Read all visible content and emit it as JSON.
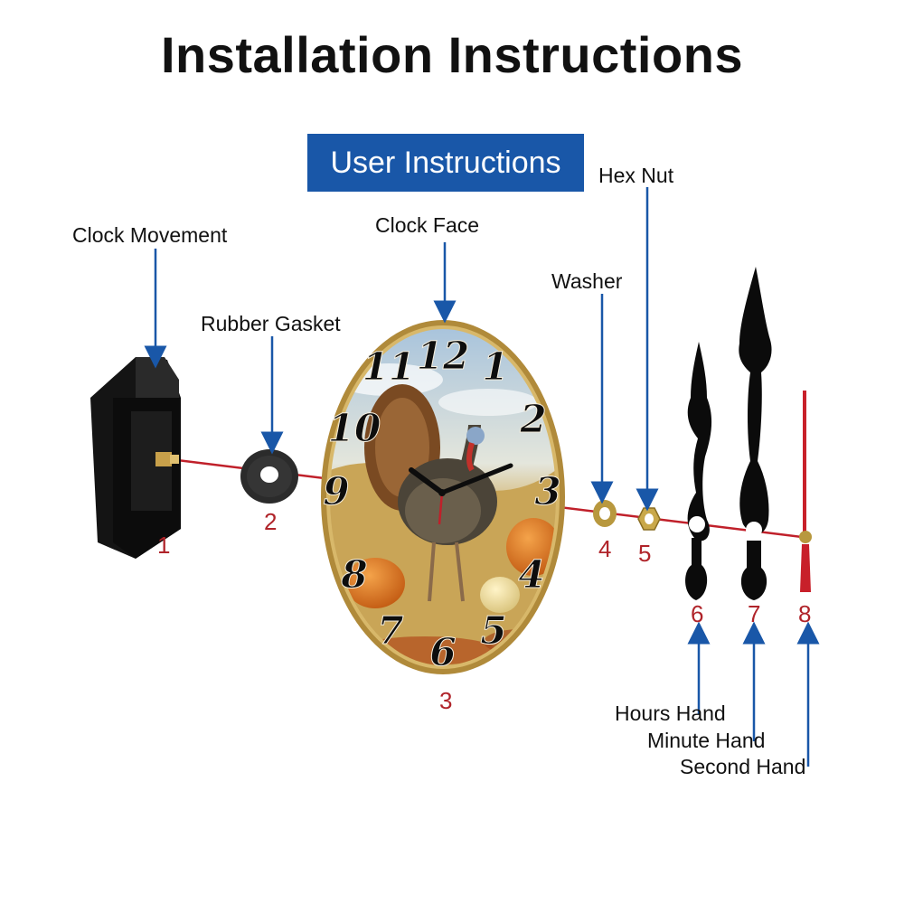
{
  "title": "Installation Instructions",
  "badge": "User Instructions",
  "parts": {
    "clock_movement": {
      "label": "Clock Movement",
      "number": "1"
    },
    "rubber_gasket": {
      "label": "Rubber Gasket",
      "number": "2"
    },
    "clock_face": {
      "label": "Clock Face",
      "number": "3"
    },
    "washer": {
      "label": "Washer",
      "number": "4"
    },
    "hex_nut": {
      "label": "Hex Nut",
      "number": "5"
    },
    "hours_hand": {
      "label": "Hours Hand",
      "number": "6"
    },
    "minute_hand": {
      "label": "Minute Hand",
      "number": "7"
    },
    "second_hand": {
      "label": "Second Hand",
      "number": "8"
    }
  },
  "dial_numerals": [
    "12",
    "1",
    "2",
    "3",
    "4",
    "5",
    "6",
    "7",
    "8",
    "9",
    "10",
    "11"
  ],
  "colors": {
    "arrow": "#1957a8",
    "number": "#b0242a",
    "axis_line": "#c0202a",
    "badge": "#1957a8",
    "frame": "#b08a3a"
  }
}
